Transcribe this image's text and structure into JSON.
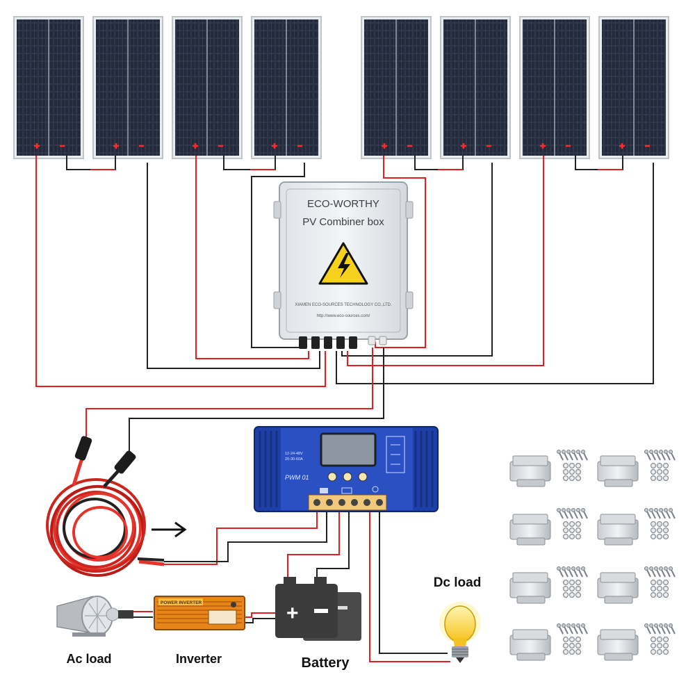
{
  "combiner_box": {
    "brand": "ECO-WORTHY",
    "title": "PV Combiner box",
    "company": "XIAMEN ECO-SOURCES TECHNOLOGY CO.,LTD.",
    "url": "http://www.eco-sources.com/"
  },
  "controller": {
    "model": "PWM 01",
    "spec_1": "12-24-48V",
    "spec_2": "20-30-60A"
  },
  "inverter": {
    "title": "POWER INVERTER"
  },
  "labels": {
    "dc_load": "Dc load",
    "ac_load": "Ac load",
    "inverter": "Inverter",
    "battery": "Battery"
  },
  "colors": {
    "positive_wire": "#e02020",
    "negative_wire": "#222222",
    "panel": "#1d2330",
    "controller": "#1f3fa8",
    "inverter": "#e87a10"
  },
  "counts": {
    "solar_panels": 8,
    "mounting_bracket_sets": 8
  }
}
